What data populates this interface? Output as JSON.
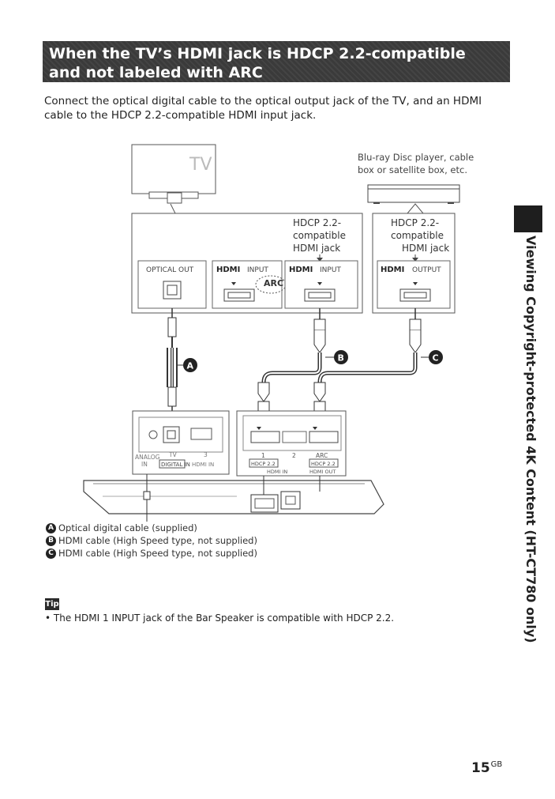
{
  "heading": "When the TV’s HDMI jack is HDCP 2.2-compatible and not labeled with ARC",
  "intro": "Connect the optical digital cable to the optical output jack of the TV, and an HDMI cable to the HDCP 2.2-compatible HDMI input jack.",
  "diagram": {
    "tv_label": "TV",
    "source_label_line1": "Blu-ray Disc player, cable",
    "source_label_line2": "box or satellite box, etc.",
    "tv_hdcp_line1": "HDCP 2.2-",
    "tv_hdcp_line2": "compatible",
    "tv_hdcp_line3": "HDMI jack",
    "src_hdcp_line1": "HDCP 2.2-",
    "src_hdcp_line2": "compatible",
    "src_hdcp_line3": "HDMI jack",
    "optical_out": "OPTICAL OUT",
    "hdmi_word": "HDMI",
    "input_word": "INPUT",
    "output_word": "OUTPUT",
    "arc_label": "ARC",
    "callout_a": "A",
    "callout_b": "B",
    "callout_c": "C",
    "sp_analog": "ANALOG",
    "sp_in": "IN",
    "sp_tv": "TV",
    "sp_3": "3",
    "sp_digital_in": "DIGITAL IN",
    "sp_hdmi_in_left": "HDMI IN",
    "sp_1": "1",
    "sp_2": "2",
    "sp_arc": "ARC",
    "sp_hdcp_left": "HDCP 2.2",
    "sp_hdcp_right": "HDCP 2.2",
    "sp_hdmi_in": "HDMI IN",
    "sp_hdmi_out": "HDMI OUT"
  },
  "legend": [
    {
      "letter": "A",
      "text": "Optical digital cable (supplied)"
    },
    {
      "letter": "B",
      "text": "HDMI cable (High Speed type, not supplied)"
    },
    {
      "letter": "C",
      "text": "HDMI cable (High Speed type, not supplied)"
    }
  ],
  "tip_label": "Tip",
  "tip": "• The HDMI 1 INPUT jack of the Bar Speaker is compatible with HDCP 2.2.",
  "side_title": "Viewing Copyright-protected 4K Content (HT-CT780 only)",
  "page_number": "15",
  "page_suffix": "GB",
  "colors": {
    "heading_bg": "#3a3a3a",
    "side_tab": "#1e1e1e",
    "text": "#222222"
  }
}
